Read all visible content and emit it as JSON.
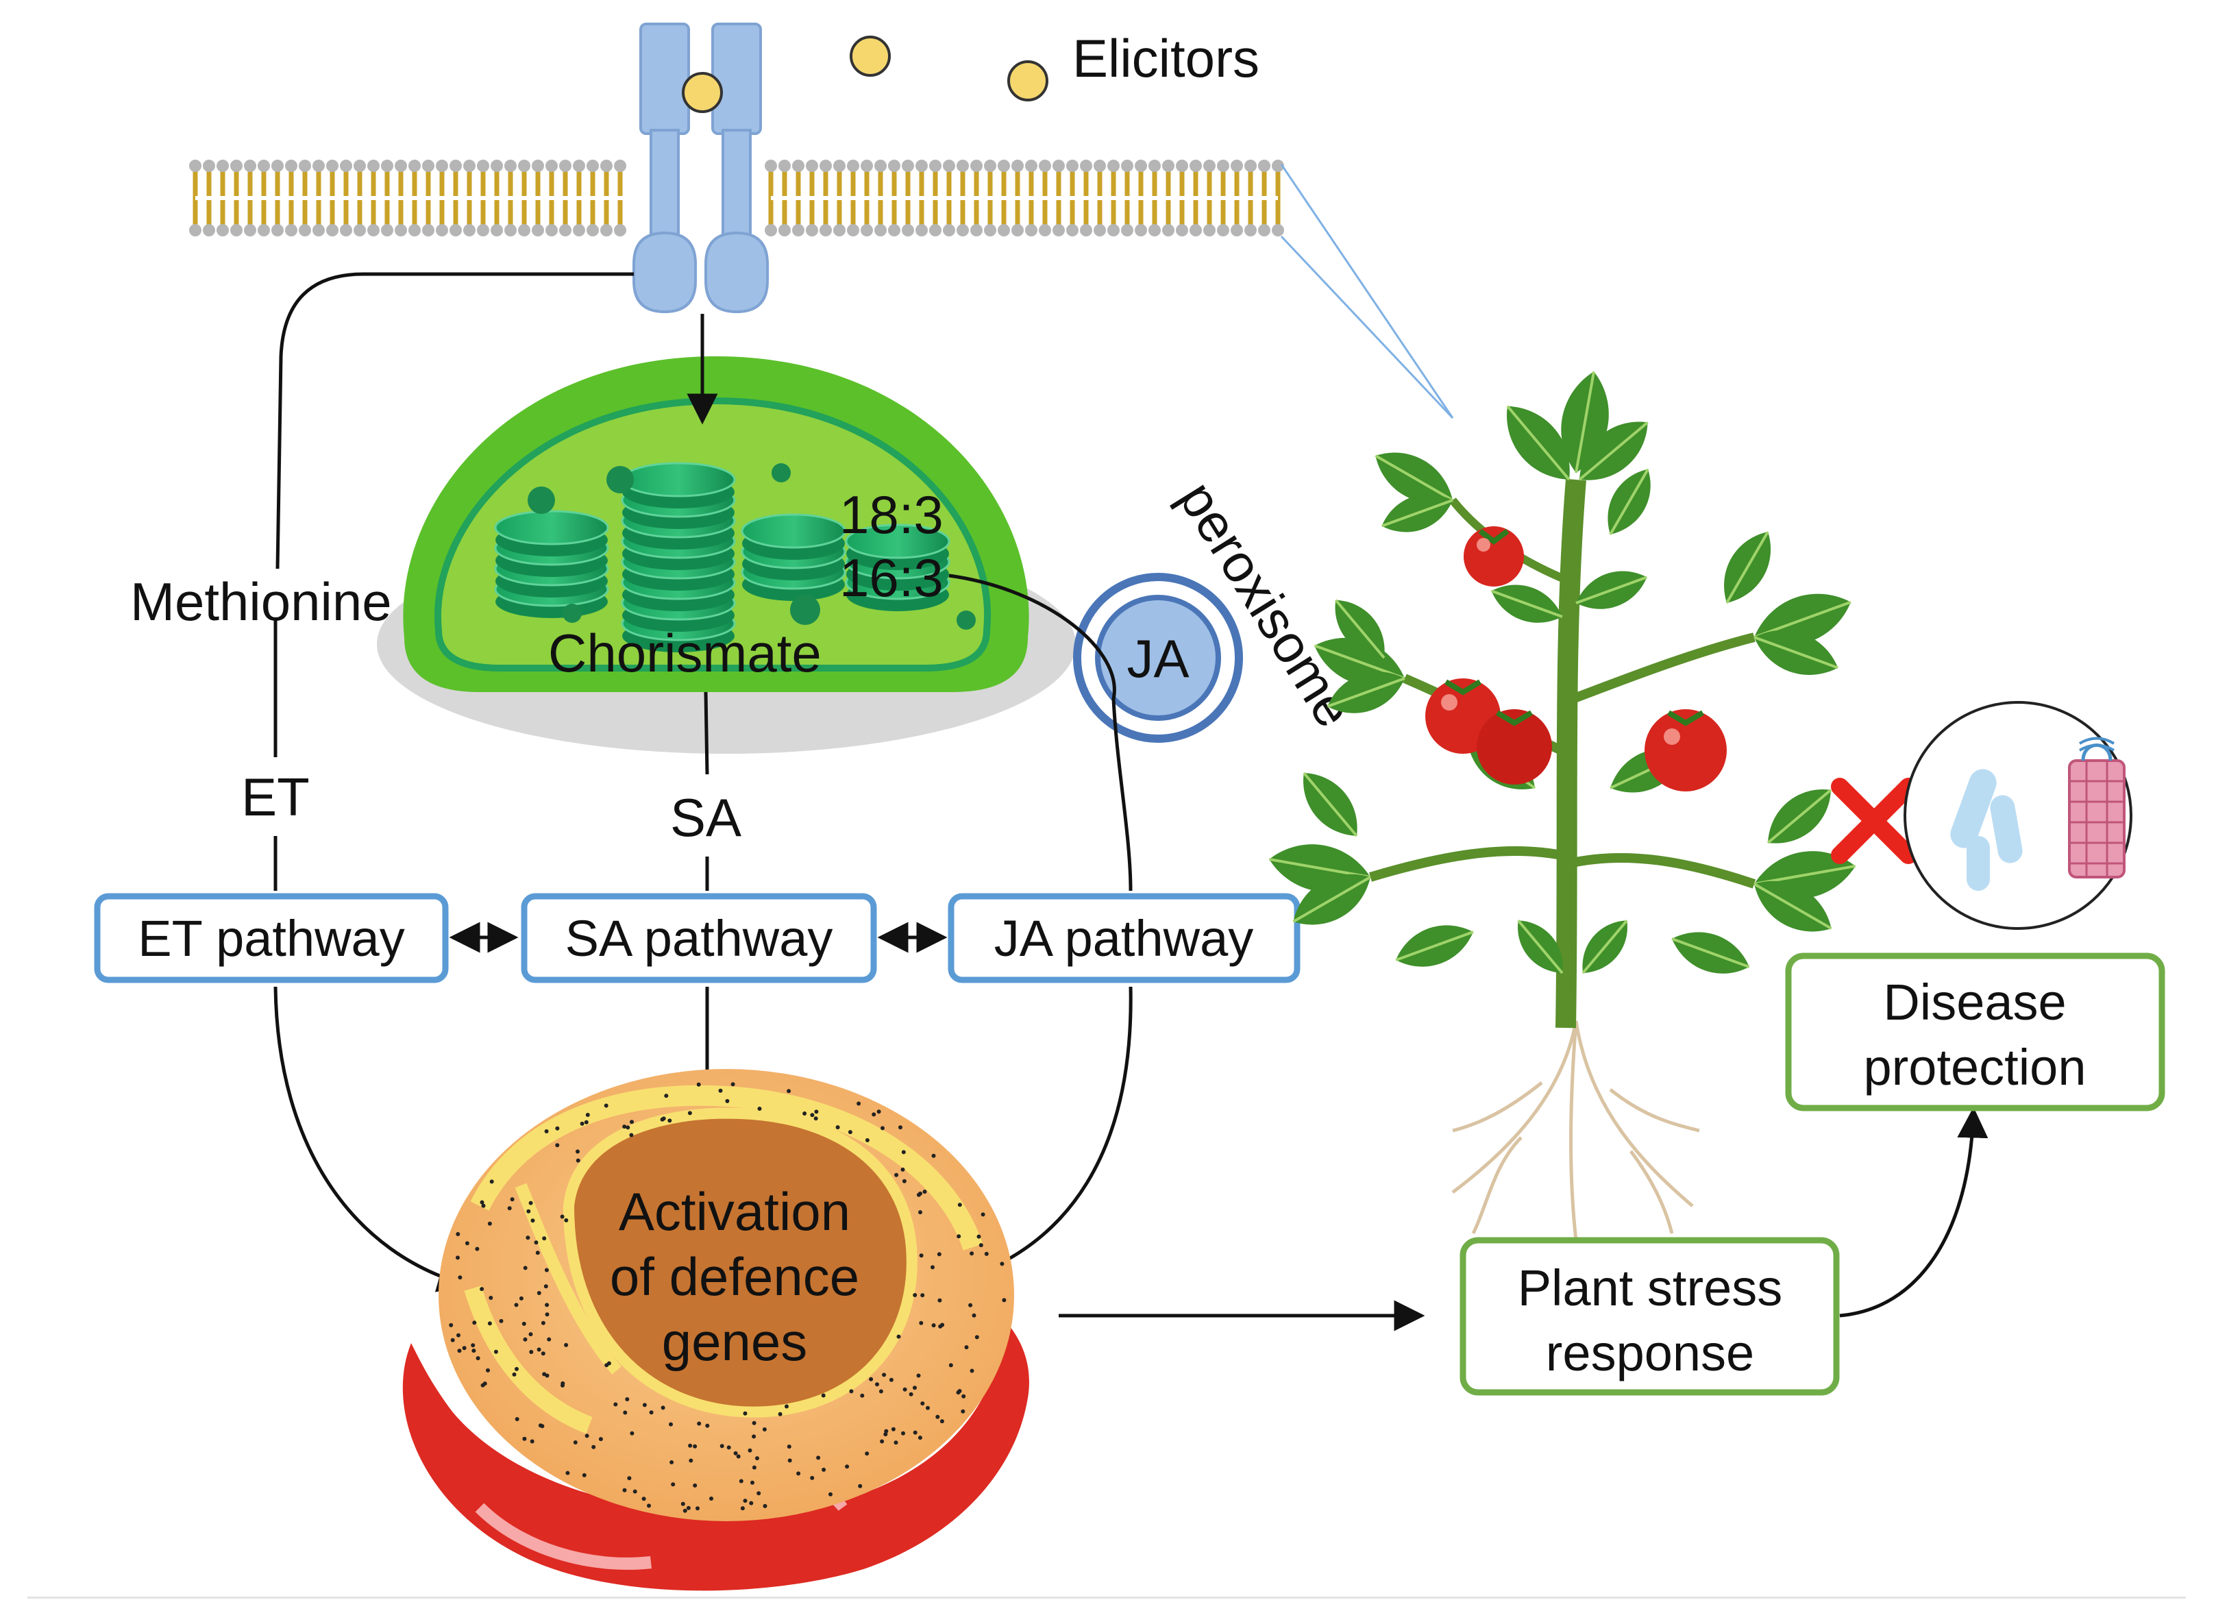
{
  "labels": {
    "elicitors": "Elicitors",
    "methionine": "Methionine",
    "chorismate": "Chorismate",
    "fa1": "18:3",
    "fa2": "16:3",
    "ja": "JA",
    "peroxisome": "peroxisome",
    "et": "ET",
    "sa": "SA"
  },
  "boxes": {
    "et_pathway": "ET pathway",
    "sa_pathway": "SA pathway",
    "ja_pathway": "JA pathway",
    "activation_line1": "Activation",
    "activation_line2": "of defence",
    "activation_line3": "genes",
    "stress_line1": "Plant stress",
    "stress_line2": "response",
    "disease_line1": "Disease",
    "disease_line2": "protection"
  },
  "colors": {
    "pathway_box_border": "#5b9bd5",
    "response_box_border": "#70ad47",
    "chloroplast": "#7dc738",
    "thylakoid": "#1fae6a",
    "membrane": "#c9a227",
    "receptor": "#9fbfe6",
    "elicitor": "#f5d76e",
    "pathogen_cross": "#e8251c",
    "tomato": "#d7261e",
    "leaf": "#3f8f2a"
  },
  "icons": {
    "cross": "red-x-icon",
    "pathogens": "bacteria-virus-icon"
  }
}
